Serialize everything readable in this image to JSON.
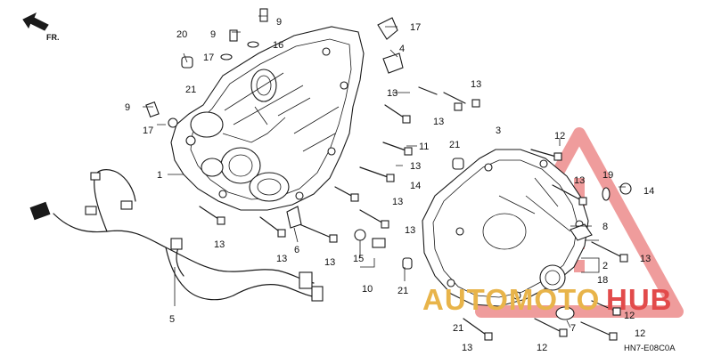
{
  "direction": {
    "text": "FR."
  },
  "diagram_code": "HN7-E08C0A",
  "watermark": {
    "part1": "AUTOMOTO",
    "part2": "HUB",
    "color1": "#e8b44a",
    "color2": "#e24b4b"
  },
  "callouts": [
    "1",
    "2",
    "3",
    "4",
    "5",
    "6",
    "7",
    "8",
    "9",
    "9",
    "9",
    "10",
    "11",
    "12",
    "12",
    "12",
    "12",
    "13",
    "13",
    "13",
    "13",
    "13",
    "13",
    "13",
    "13",
    "13",
    "13",
    "13",
    "13",
    "14",
    "14",
    "15",
    "16",
    "17",
    "17",
    "17",
    "18",
    "19",
    "20",
    "21",
    "21",
    "21",
    "21"
  ]
}
